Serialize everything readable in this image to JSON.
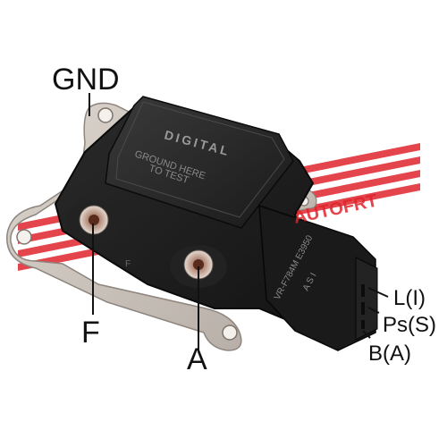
{
  "image": {
    "subject": "Voltage regulator / alternator control module",
    "colors": {
      "background": "#ffffff",
      "housing": "#1c1c1c",
      "metal_plate": "#cfc8c0",
      "watermark": "#e0242c",
      "callout_line": "#111111"
    }
  },
  "labels": {
    "gnd": "GND",
    "f": "F",
    "a": "A",
    "l": "L(I)",
    "ps": "Ps(S)",
    "b": "B(A)"
  },
  "module_text": {
    "digital": "DIGITAL",
    "ground_line1": "GROUND HERE",
    "ground_line2": "TO TEST",
    "part_number": "VR-F784M  E3950",
    "pin_marks": "A S I",
    "side_mark": "F"
  },
  "watermark": {
    "brand": "AUTOFRT"
  }
}
